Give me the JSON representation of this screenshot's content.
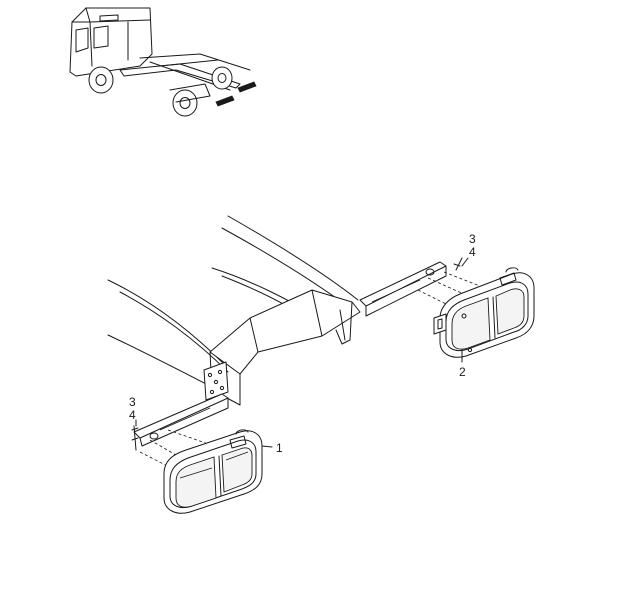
{
  "callouts": {
    "rear_lamp_left": "1",
    "rear_lamp_right": "2",
    "screw_left": "3",
    "nut_left": "4",
    "screw_right": "3",
    "nut_right": "4"
  },
  "colors": {
    "line": "#1a1a1a",
    "background": "#ffffff",
    "highlight": "#1a1a1a"
  }
}
